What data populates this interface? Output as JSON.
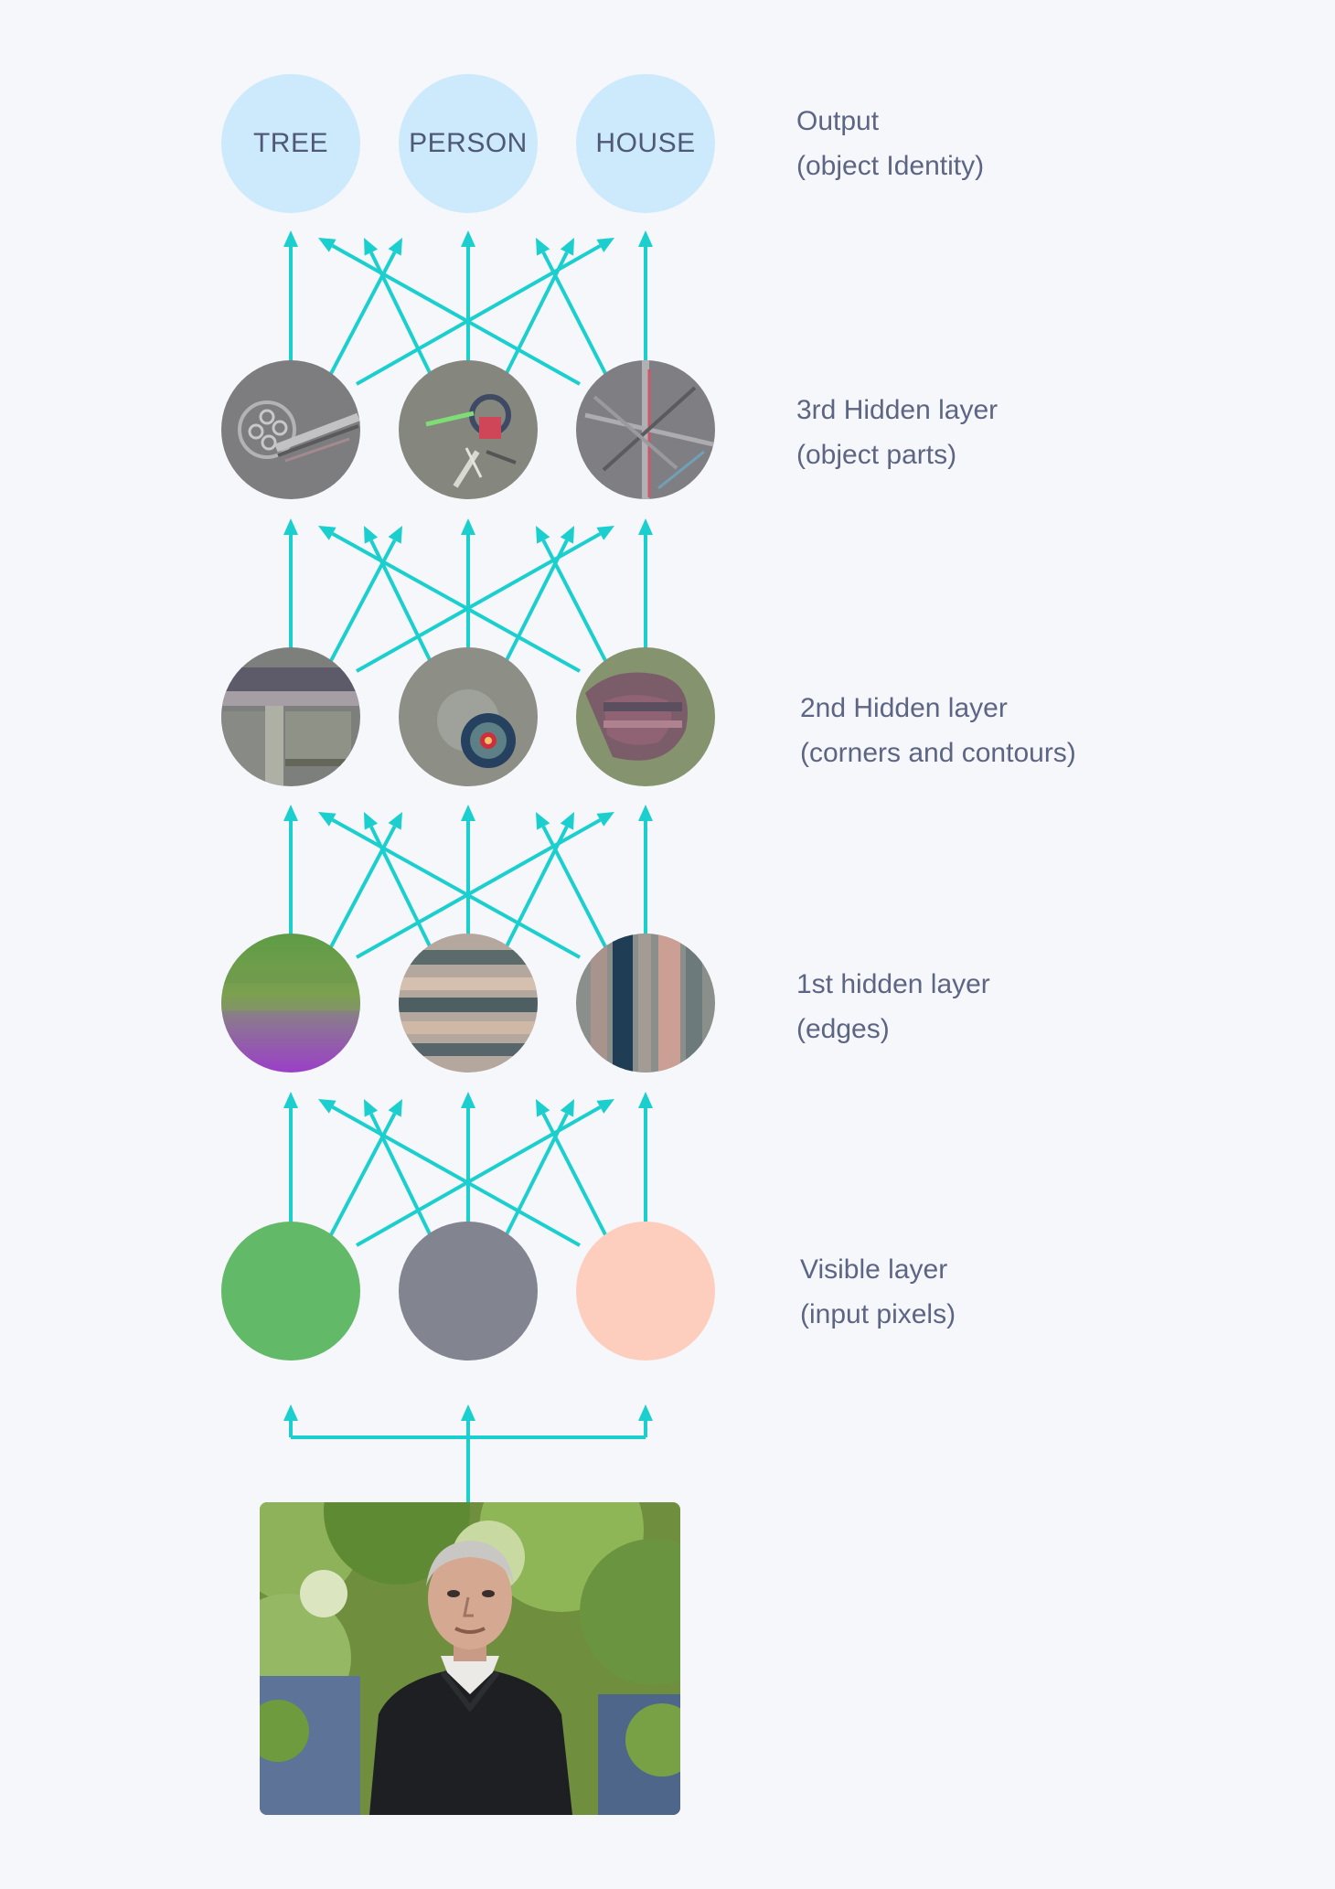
{
  "outputs": [
    "TREE",
    "PERSON",
    "HOUSE"
  ],
  "layers": [
    {
      "name": "output",
      "title": "Output",
      "subtitle": "(object Identity)"
    },
    {
      "name": "hidden-3",
      "title": "3rd Hidden layer",
      "subtitle": "(object parts)"
    },
    {
      "name": "hidden-2",
      "title": "2nd Hidden layer",
      "subtitle": "(corners and contours)"
    },
    {
      "name": "hidden-1",
      "title": "1st hidden layer",
      "subtitle": "(edges)"
    },
    {
      "name": "visible",
      "title": "Visible layer",
      "subtitle": "(input pixels)"
    }
  ],
  "visible_colors": [
    "#62b967",
    "#828490",
    "#fdcebe"
  ],
  "connector_color": "#1ccfcf",
  "background_color": "#f6f7fb",
  "output_node_color": "#cdeafc",
  "input_image": "portrait photo of a man in a black sweater in front of trees"
}
